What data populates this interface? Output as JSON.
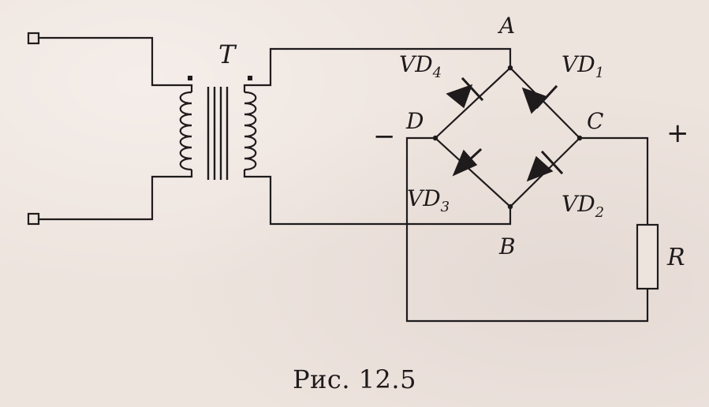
{
  "diagram": {
    "transformer_label": "T",
    "nodes": {
      "a": "A",
      "b": "B",
      "c": "C",
      "d": "D"
    },
    "diodes": [
      {
        "base": "VD",
        "sub": "1"
      },
      {
        "base": "VD",
        "sub": "2"
      },
      {
        "base": "VD",
        "sub": "3"
      },
      {
        "base": "VD",
        "sub": "4"
      }
    ],
    "resistor_label": "R",
    "polarity": {
      "minus": "−",
      "plus": "+"
    }
  },
  "caption": "Рис. 12.5"
}
